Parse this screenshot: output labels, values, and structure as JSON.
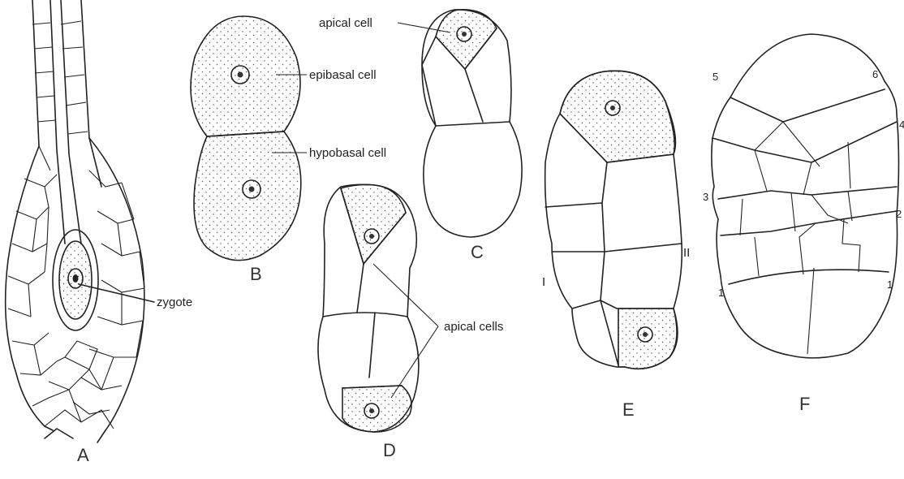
{
  "figure": {
    "panels": [
      {
        "letter": "A",
        "labels": [
          "zygote"
        ]
      },
      {
        "letter": "B",
        "labels": [
          "epibasal cell",
          "hypobasal cell"
        ]
      },
      {
        "letter": "C",
        "labels": [
          "apical cell"
        ]
      },
      {
        "letter": "D",
        "labels": [
          "apical cells"
        ]
      },
      {
        "letter": "E",
        "labels": [
          "I",
          "II"
        ]
      },
      {
        "letter": "F",
        "labels": [
          "5",
          "6",
          "4",
          "3",
          "2",
          "1",
          "1"
        ]
      }
    ]
  }
}
